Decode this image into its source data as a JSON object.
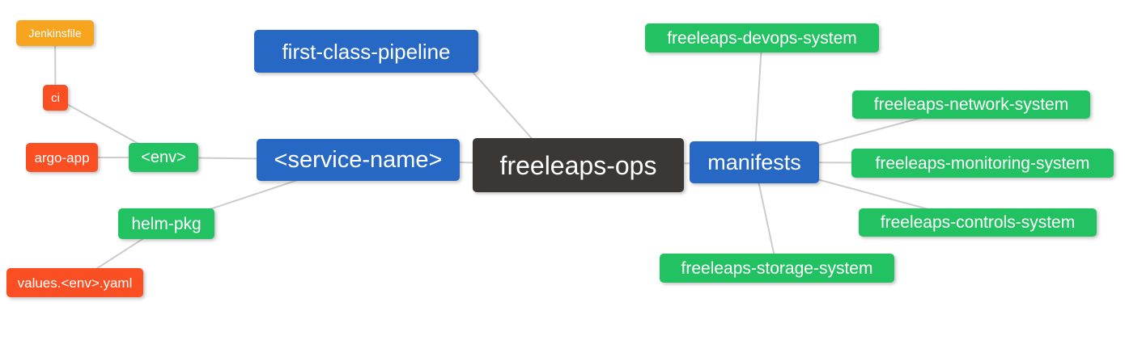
{
  "diagram": {
    "type": "mindmap",
    "root_label": "freeleaps-ops",
    "palette": {
      "blue": "#2768C5",
      "green": "#22C161",
      "red": "#FA4F22",
      "orange": "#F7A41F",
      "dark": "#3A3735",
      "edge_line": "#CCCCCC",
      "text": "#FFFFFF",
      "background": "#FFFFFF"
    },
    "nodes": [
      {
        "id": "freeleaps-ops",
        "label": "freeleaps-ops",
        "color": "dark",
        "role": "root"
      },
      {
        "id": "first-class-pipeline",
        "label": "first-class-pipeline",
        "color": "blue",
        "role": "branch"
      },
      {
        "id": "service-name",
        "label": "<service-name>",
        "color": "blue",
        "role": "branch"
      },
      {
        "id": "manifests",
        "label": "manifests",
        "color": "blue",
        "role": "branch"
      },
      {
        "id": "env",
        "label": "<env>",
        "color": "green",
        "role": "sub-branch"
      },
      {
        "id": "helm-pkg",
        "label": "helm-pkg",
        "color": "green",
        "role": "sub-branch"
      },
      {
        "id": "ci",
        "label": "ci",
        "color": "red",
        "role": "leaf"
      },
      {
        "id": "argo-app",
        "label": "argo-app",
        "color": "red",
        "role": "leaf"
      },
      {
        "id": "jenkinsfile",
        "label": "Jenkinsfile",
        "color": "orange",
        "role": "leaf"
      },
      {
        "id": "values-env-yaml",
        "label": "values.<env>.yaml",
        "color": "red",
        "role": "leaf"
      },
      {
        "id": "freeleaps-devops-system",
        "label": "freeleaps-devops-system",
        "color": "green",
        "role": "sub-branch"
      },
      {
        "id": "freeleaps-network-system",
        "label": "freeleaps-network-system",
        "color": "green",
        "role": "sub-branch"
      },
      {
        "id": "freeleaps-monitoring-system",
        "label": "freeleaps-monitoring-system",
        "color": "green",
        "role": "sub-branch"
      },
      {
        "id": "freeleaps-controls-system",
        "label": "freeleaps-controls-system",
        "color": "green",
        "role": "sub-branch"
      },
      {
        "id": "freeleaps-storage-system",
        "label": "freeleaps-storage-system",
        "color": "green",
        "role": "sub-branch"
      }
    ],
    "edges": [
      [
        "jenkinsfile",
        "ci"
      ],
      [
        "ci",
        "env"
      ],
      [
        "argo-app",
        "env"
      ],
      [
        "env",
        "service-name"
      ],
      [
        "values-env-yaml",
        "helm-pkg"
      ],
      [
        "helm-pkg",
        "service-name"
      ],
      [
        "first-class-pipeline",
        "freeleaps-ops"
      ],
      [
        "service-name",
        "freeleaps-ops"
      ],
      [
        "freeleaps-ops",
        "manifests"
      ],
      [
        "manifests",
        "freeleaps-devops-system"
      ],
      [
        "manifests",
        "freeleaps-network-system"
      ],
      [
        "manifests",
        "freeleaps-monitoring-system"
      ],
      [
        "manifests",
        "freeleaps-controls-system"
      ],
      [
        "manifests",
        "freeleaps-storage-system"
      ]
    ]
  }
}
